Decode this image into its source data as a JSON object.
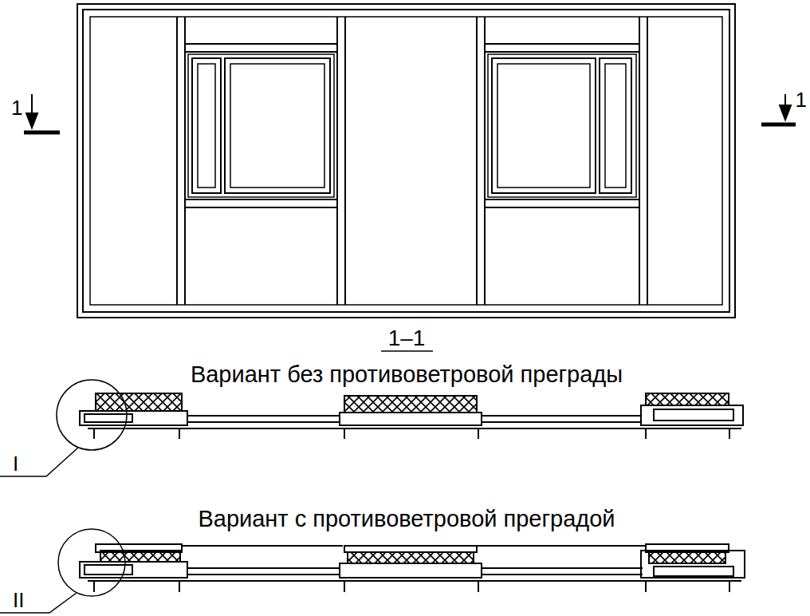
{
  "diagram": {
    "labels": [
      "1",
      "1",
      "1–1",
      "Вариант без противоветровой преграды",
      "Вариант с противоветровой преградой",
      "I",
      "II"
    ]
  }
}
